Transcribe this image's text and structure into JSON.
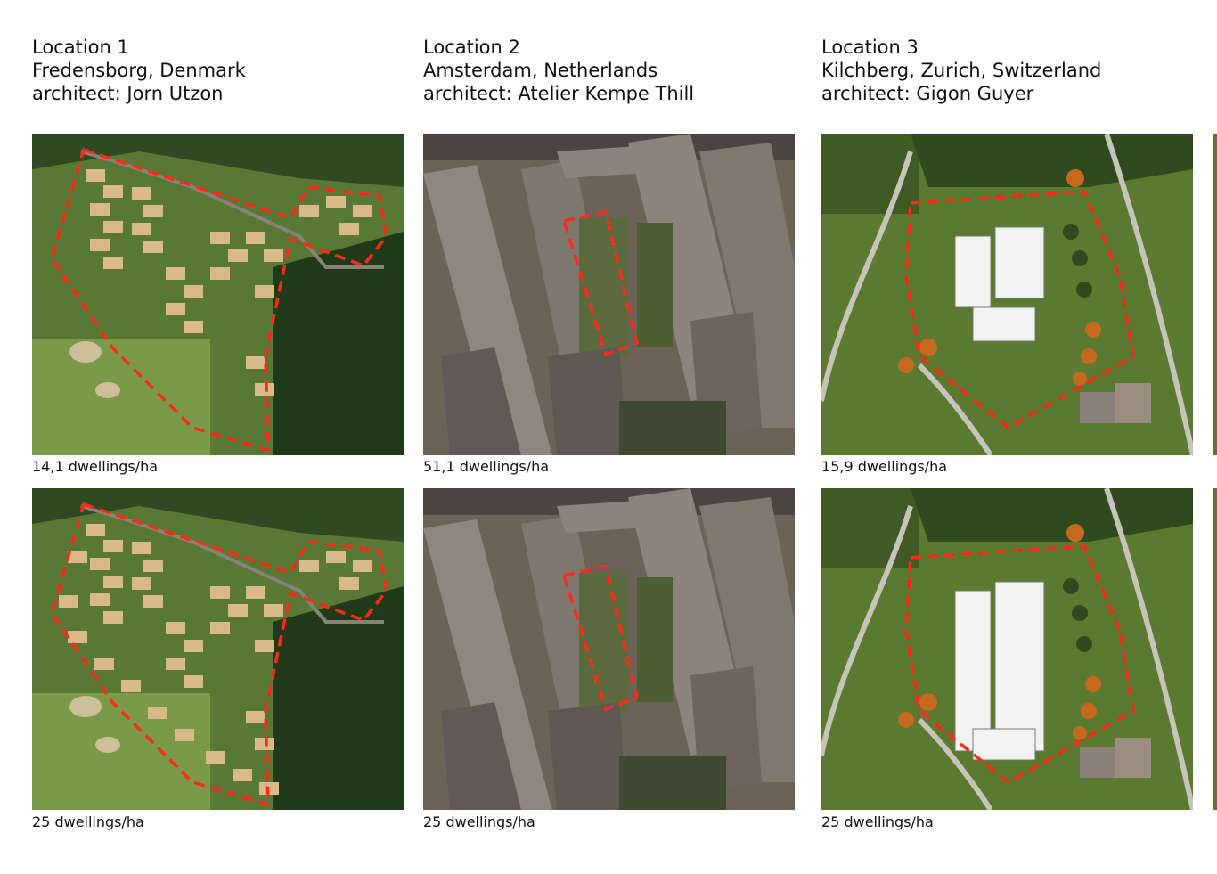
{
  "locations": [
    {
      "title": "Location 1",
      "place": "Fredensborg, Denmark",
      "architect": "architect: Jorn Utzon",
      "density_top": "14,1 dwellings/ha",
      "density_bottom": "25 dwellings/ha"
    },
    {
      "title": "Location 2",
      "place": "Amsterdam, Netherlands",
      "architect": "architect: Atelier Kempe Thill",
      "density_top": "51,1 dwellings/ha",
      "density_bottom": "25 dwellings/ha"
    },
    {
      "title": "Location 3",
      "place": "Kilchberg, Zurich, Switzerland",
      "architect": "architect: Gigon Guyer",
      "density_top": "15,9 dwellings/ha",
      "density_bottom": "25 dwellings/ha"
    }
  ],
  "colors": {
    "boundary": "#ff2a1a",
    "grass": "#4f6b2e",
    "forest": "#1f3a18",
    "roof": "#d9b98a",
    "concrete": "#8a8278"
  }
}
